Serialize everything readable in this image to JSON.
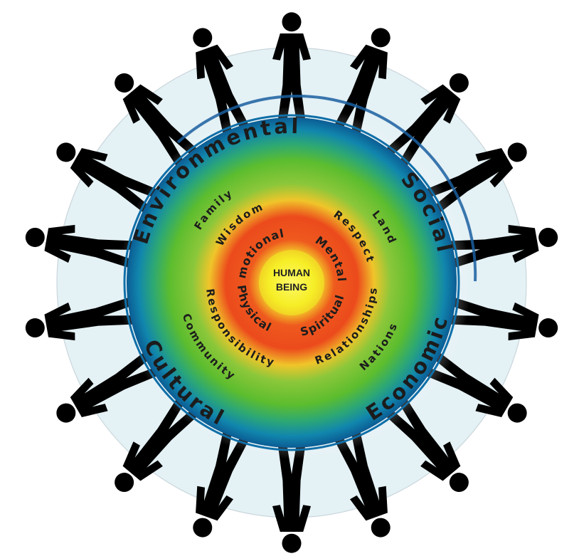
{
  "center": {
    "line1": "HUMAN",
    "line2": "BEING"
  },
  "inner_ring": {
    "emotional": "Emotional",
    "mental": "Mental",
    "physical": "Physical",
    "spiritual": "Spiritual"
  },
  "middle_ring": {
    "wisdom": "Wisdom",
    "respect": "Respect",
    "responsibility": "Responsibility",
    "relationships": "Relationships"
  },
  "outer_green_ring": {
    "family": "Family",
    "land": "Land",
    "community": "Community",
    "nations": "Nations"
  },
  "outer_ring": {
    "environmental": "Environmental",
    "social": "Social",
    "cultural": "Cultural",
    "economic": "Economic"
  },
  "colors": {
    "core": "#f7f22a",
    "inner": "#ef4e1c",
    "middle": "#f4c52a",
    "green": "#66c02e",
    "outer_blue": "#0f6fa8",
    "people": "#cfe6ee"
  },
  "decoration": {
    "people_figures": 18
  }
}
